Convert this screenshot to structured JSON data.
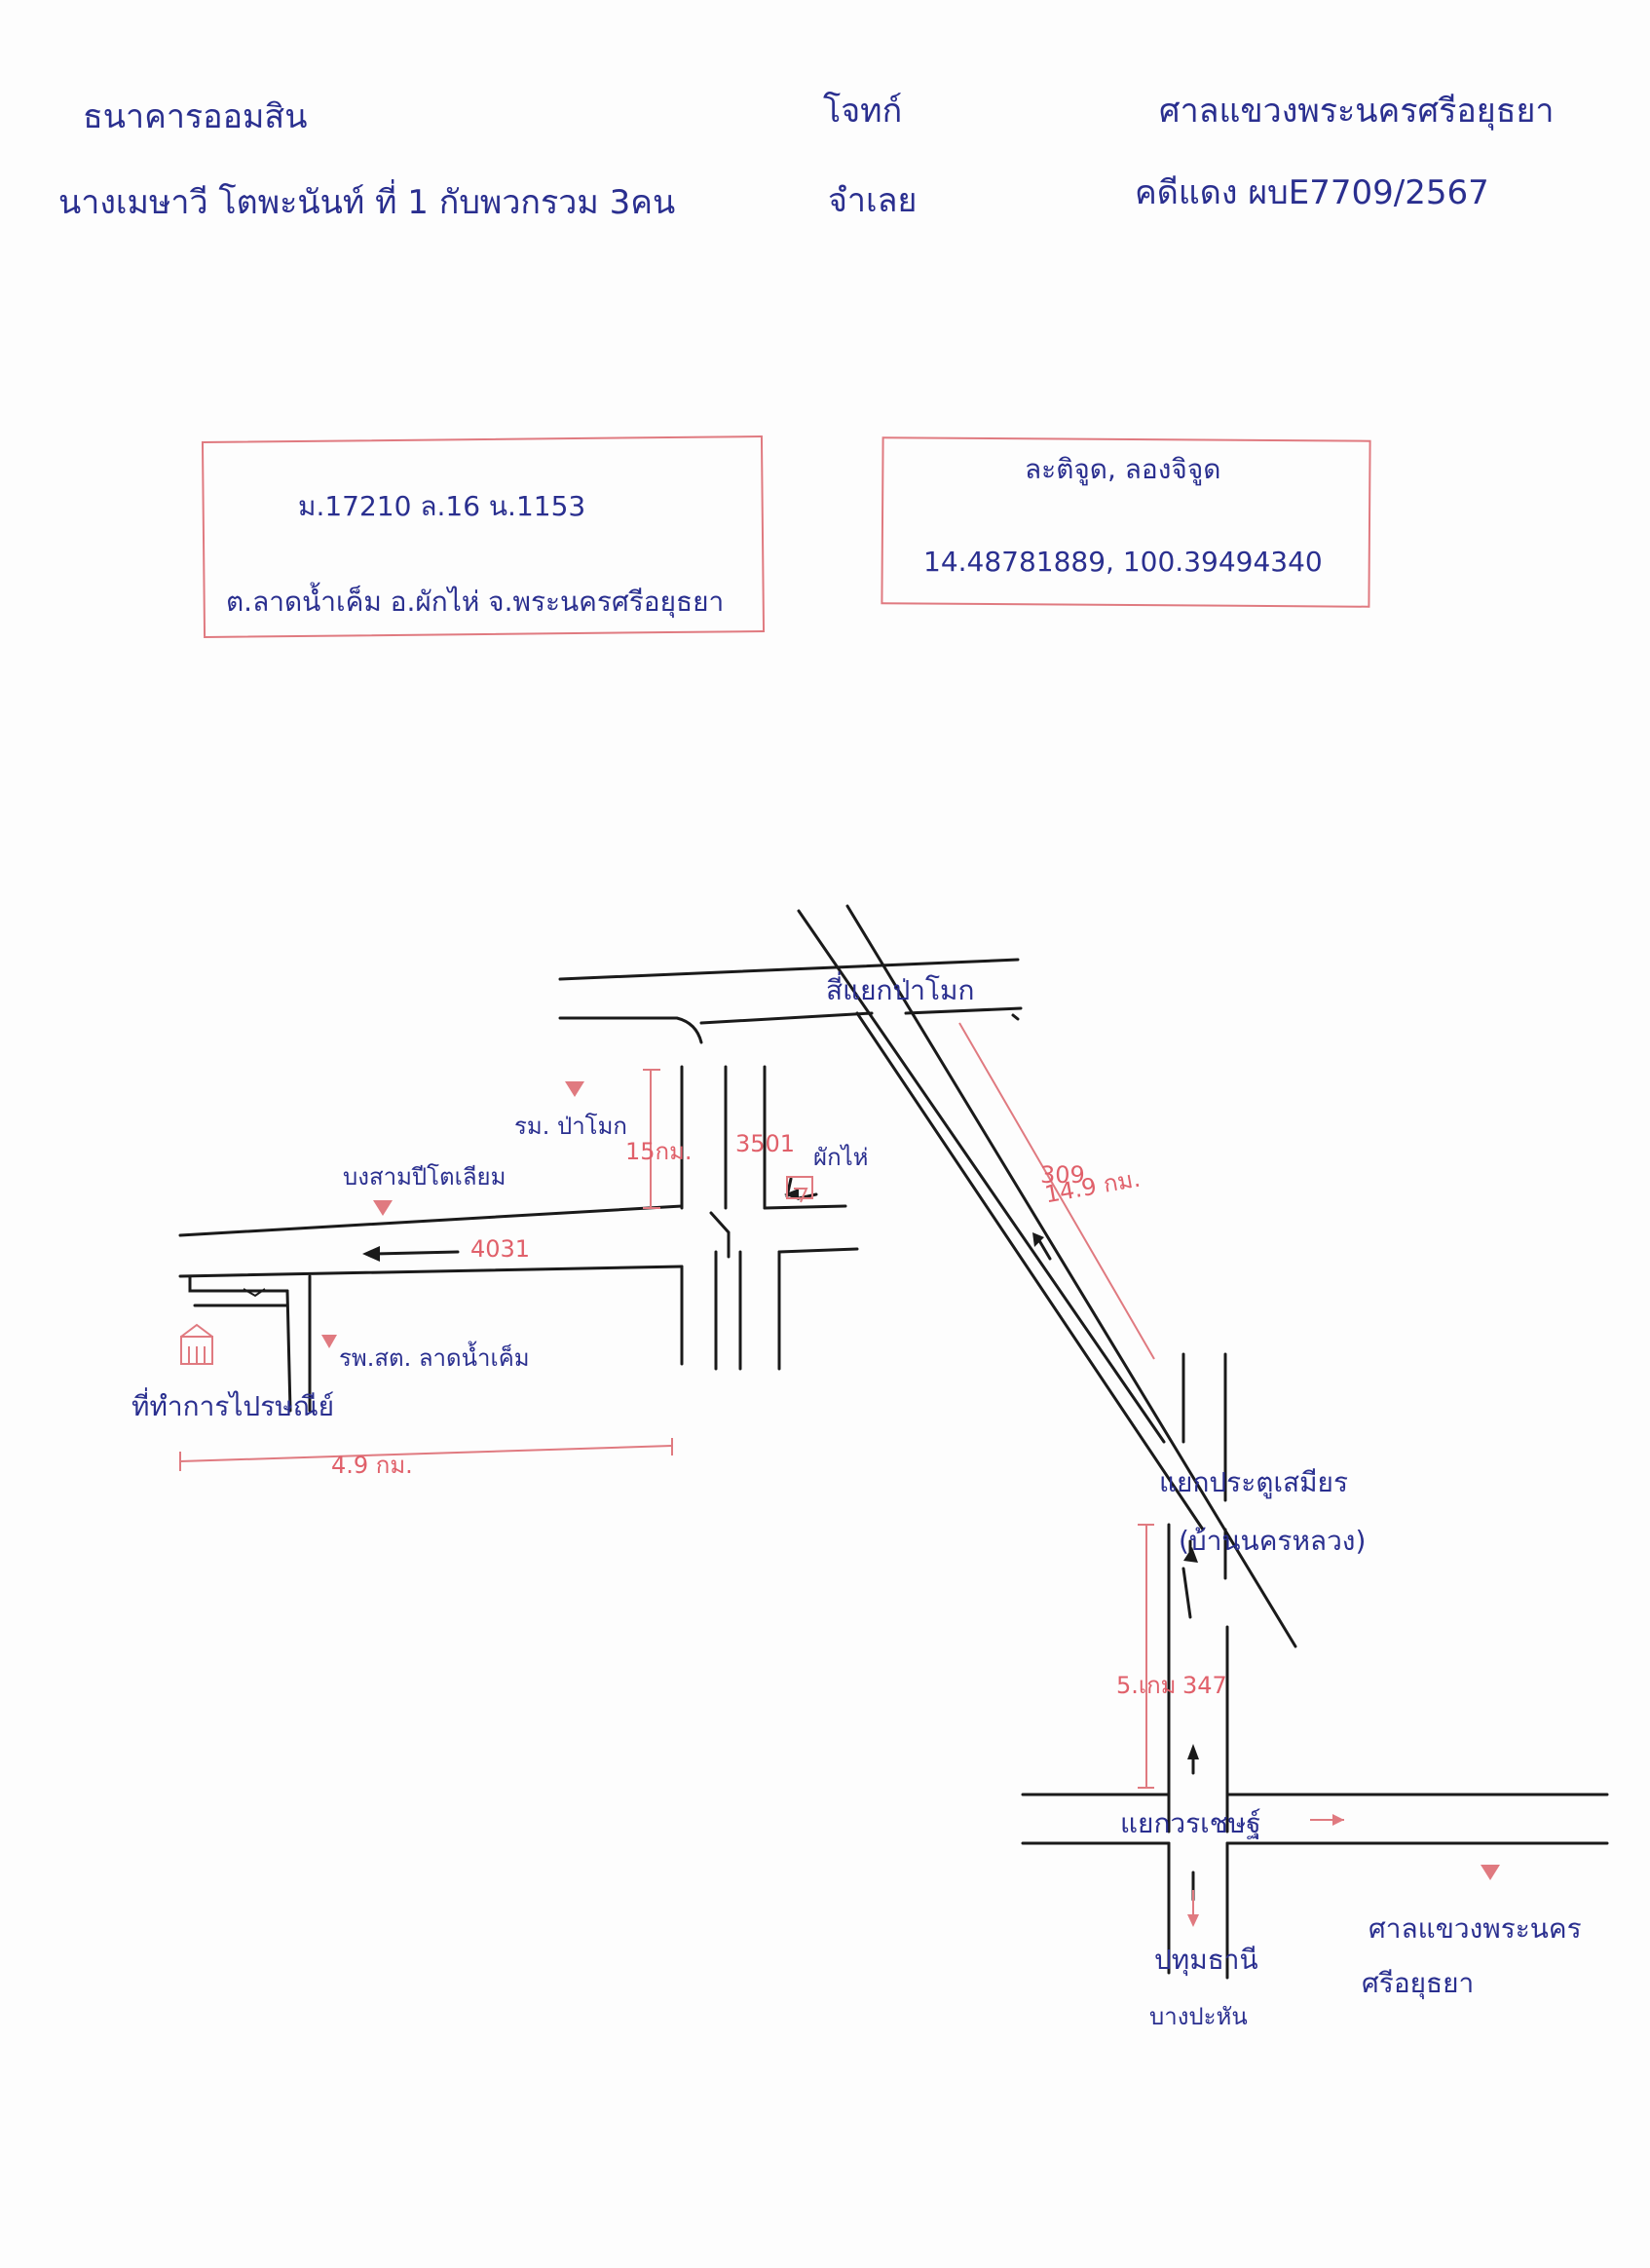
{
  "header": {
    "plaintiff": "ธนาคารออมสิน",
    "plaintiff_role": "โจทก์",
    "court": "ศาลแขวงพระนครศรีอยุธยา",
    "defendant": "นางเมษาวี โตพะนันท์ ที่ 1 กับพวกรวม 3คน",
    "defendant_role": "จำเลย",
    "case_no": "คดีแดง ผบE7709/2567"
  },
  "address_box": {
    "line1": "ม.17210 ล.16 น.1153",
    "line2": "ต.ลาดน้ำเค็ม อ.ผักไห่ จ.พระนครศรีอยุธยา"
  },
  "coordinates_box": {
    "label": "ละติจูด, ลองจิจูด",
    "value": "14.48781889, 100.39494340"
  },
  "map": {
    "labels": {
      "junction_pamok": "สี่แยกป่าโมก",
      "school_pamok": "รม. ป่าโมก",
      "bong_sam_pi": "บงสามปีโตเลียม",
      "distance_15km": "15กม.",
      "road_3501": "3501",
      "phak_hai": "ผักไห่",
      "road_4031": "4031",
      "road_309": "309",
      "distance_149km": "14.9 กม.",
      "hospital_lat_nam_khem": "รพ.สต. ลาดน้ำเค็ม",
      "district_office": "ที่ทำการไปรษณีย์",
      "distance_49km": "4.9 กม.",
      "junction_pratu": "แยกประตูเสมียร",
      "ban_nakhon": "(บ้านนครหลวง)",
      "distance_5km": "5.เกม",
      "road_347": "347",
      "junction_wareechai": "แยกวรเชษฐ์",
      "court_line1": "ศาลแขวงพระนคร",
      "court_line2": "ศรีอยุธยา",
      "pathum_thani": "ปทุมธานี",
      "bang_pahan": "บางปะหัน"
    }
  },
  "colors": {
    "ink_blue": "#2a2f8f",
    "ink_red": "#e07a80",
    "ink_black": "#1a1a1a"
  }
}
